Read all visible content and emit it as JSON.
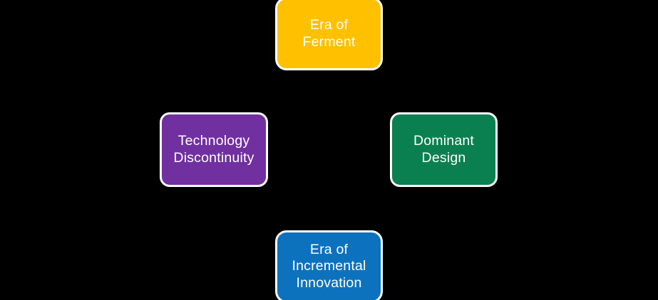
{
  "diagram": {
    "background_color": "#000000",
    "border_color": "#ffffff",
    "text_color": "#ffffff",
    "nodes": [
      {
        "id": "era-of-ferment",
        "label": "Era of\nFerment",
        "color": "#ffc000",
        "position": "top"
      },
      {
        "id": "technology-discontinuity",
        "label": "Technology\nDiscontinuity",
        "color": "#7030a0",
        "position": "left"
      },
      {
        "id": "dominant-design",
        "label": "Dominant\nDesign",
        "color": "#0a8050",
        "position": "right"
      },
      {
        "id": "era-of-incremental-innovation",
        "label": "Era of\nIncremental\nInnovation",
        "color": "#0c72be",
        "position": "bottom"
      }
    ]
  }
}
